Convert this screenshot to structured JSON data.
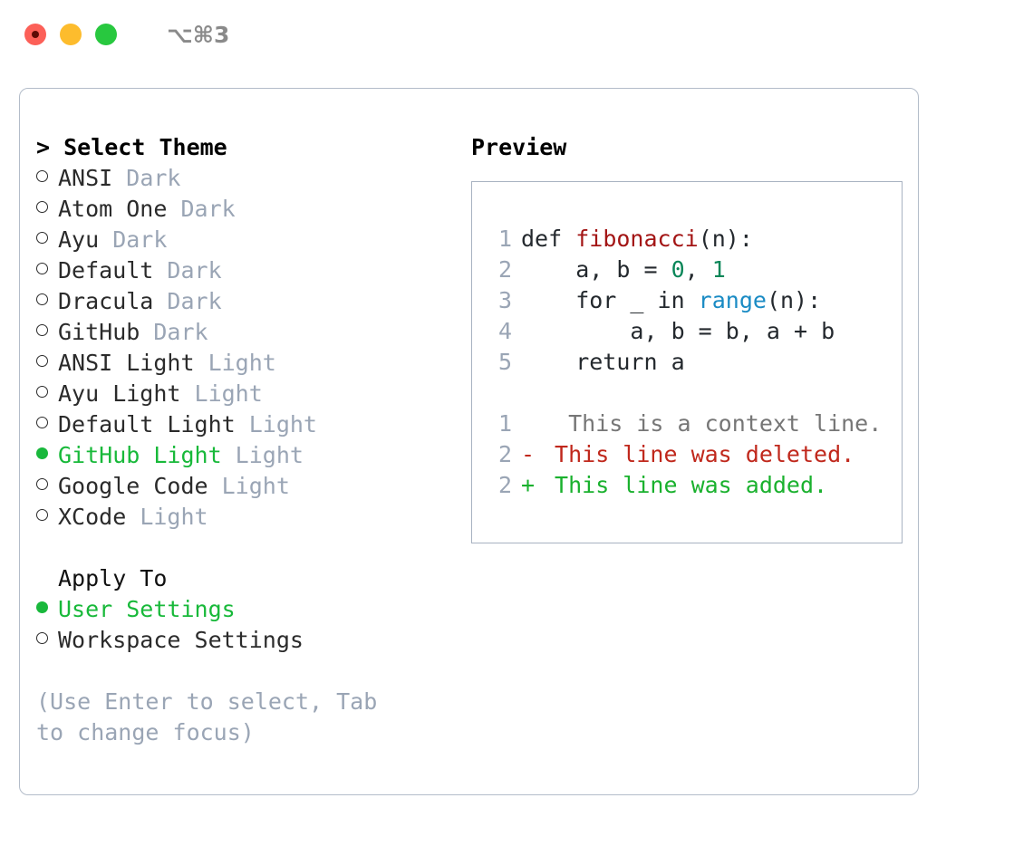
{
  "titlebar": {
    "shortcut": "⌥⌘3",
    "buttons": [
      "close",
      "minimize",
      "maximize"
    ]
  },
  "theme_picker": {
    "header": "> Select Theme",
    "items": [
      {
        "label": "ANSI",
        "suffix": "Dark",
        "selected": false
      },
      {
        "label": "Atom One",
        "suffix": "Dark",
        "selected": false
      },
      {
        "label": "Ayu",
        "suffix": "Dark",
        "selected": false
      },
      {
        "label": "Default",
        "suffix": "Dark",
        "selected": false
      },
      {
        "label": "Dracula",
        "suffix": "Dark",
        "selected": false
      },
      {
        "label": "GitHub",
        "suffix": "Dark",
        "selected": false
      },
      {
        "label": "ANSI Light",
        "suffix": "Light",
        "selected": false
      },
      {
        "label": "Ayu Light",
        "suffix": "Light",
        "selected": false
      },
      {
        "label": "Default Light",
        "suffix": "Light",
        "selected": false
      },
      {
        "label": "GitHub Light",
        "suffix": "Light",
        "selected": true
      },
      {
        "label": "Google Code",
        "suffix": "Light",
        "selected": false
      },
      {
        "label": "XCode",
        "suffix": "Light",
        "selected": false
      }
    ]
  },
  "apply_to": {
    "header": "Apply To",
    "items": [
      {
        "label": "User Settings",
        "selected": true
      },
      {
        "label": "Workspace Settings",
        "selected": false
      }
    ]
  },
  "hint": "(Use Enter to select, Tab to change focus)",
  "preview": {
    "header": "Preview",
    "code_lines": [
      {
        "num": "1",
        "tokens": [
          {
            "text": "def ",
            "type": "plain"
          },
          {
            "text": "fibonacci",
            "type": "func"
          },
          {
            "text": "(n):",
            "type": "plain"
          }
        ]
      },
      {
        "num": "2",
        "tokens": [
          {
            "text": "    a, b = ",
            "type": "plain"
          },
          {
            "text": "0",
            "type": "num"
          },
          {
            "text": ", ",
            "type": "plain"
          },
          {
            "text": "1",
            "type": "num"
          }
        ]
      },
      {
        "num": "3",
        "tokens": [
          {
            "text": "    for _ in ",
            "type": "plain"
          },
          {
            "text": "range",
            "type": "call"
          },
          {
            "text": "(n):",
            "type": "plain"
          }
        ]
      },
      {
        "num": "4",
        "tokens": [
          {
            "text": "        a, b = b, a + b",
            "type": "plain"
          }
        ]
      },
      {
        "num": "5",
        "tokens": [
          {
            "text": "    return a",
            "type": "plain"
          }
        ]
      }
    ],
    "diff_lines": [
      {
        "num": "1",
        "sign": " ",
        "text": "  This is a context line.",
        "kind": "ctx"
      },
      {
        "num": "2",
        "sign": "-",
        "text": " This line was deleted.",
        "kind": "del"
      },
      {
        "num": "2",
        "sign": "+",
        "text": " This line was added.",
        "kind": "add"
      }
    ]
  },
  "colors": {
    "accent_green": "#18b93a",
    "muted": "#9aa5b5",
    "diff_add": "#1ab12e",
    "diff_del": "#c0281c",
    "border": "#b3bcc9"
  }
}
